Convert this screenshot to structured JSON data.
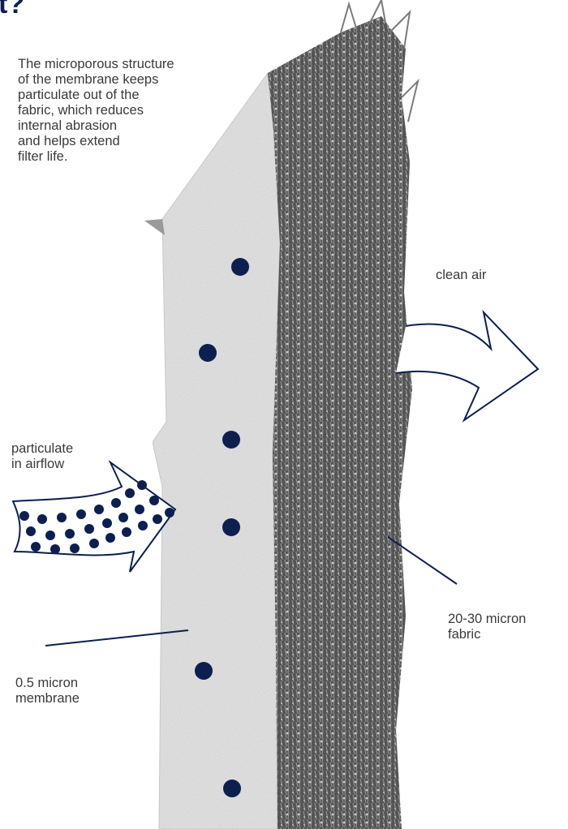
{
  "heading_fragment": "t?",
  "labels": {
    "description": "The microporous structure\nof the membrane keeps\nparticulate out of the\nfabric, which reduces\ninternal abrasion\nand helps extend\nfilter life.",
    "clean_air": "clean air",
    "particulate": "particulate\nin airflow",
    "fabric": "20-30 micron\nfabric",
    "membrane": "0.5 micron\nmembrane"
  },
  "colors": {
    "dot": "#0d1f4f",
    "membrane": "#e6e6e6",
    "fabric": "#4a4a4a",
    "line": "#0d1f4f"
  }
}
